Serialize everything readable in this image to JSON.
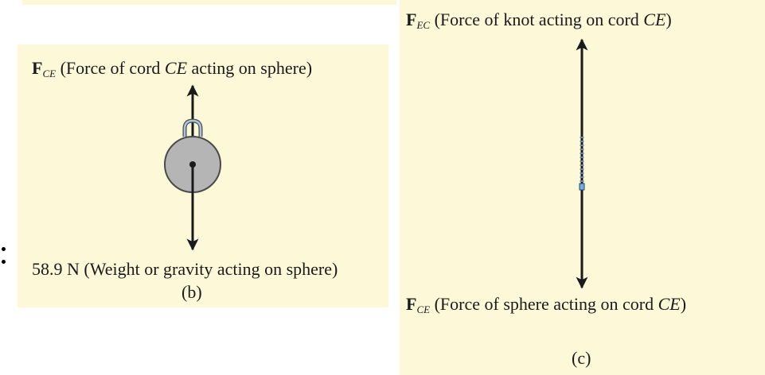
{
  "panel_b": {
    "top_force": {
      "symbol": "F",
      "subscript": "CE",
      "text_before": " (Force of cord ",
      "text_italic": "CE",
      "text_after": " acting on sphere)"
    },
    "bottom_force": {
      "text": "58.9 N (Weight or gravity acting on sphere)"
    },
    "caption": "(b)"
  },
  "panel_c": {
    "top_force": {
      "symbol": "F",
      "subscript": "EC",
      "text_before": " (Force of knot acting on cord ",
      "text_italic": "CE",
      "text_after": ")"
    },
    "bottom_force": {
      "symbol": "F",
      "subscript": "CE",
      "text_before": " (Force of sphere acting on cord ",
      "text_italic": "CE",
      "text_after": ")"
    },
    "caption": "(c)"
  },
  "colors": {
    "panel_background": "#fdf8d8",
    "sphere_fill": "#b5b5b5",
    "sphere_stroke": "#4a4a4a",
    "hook_fill": "#a9c6de",
    "arrow": "#1a1a1a"
  }
}
